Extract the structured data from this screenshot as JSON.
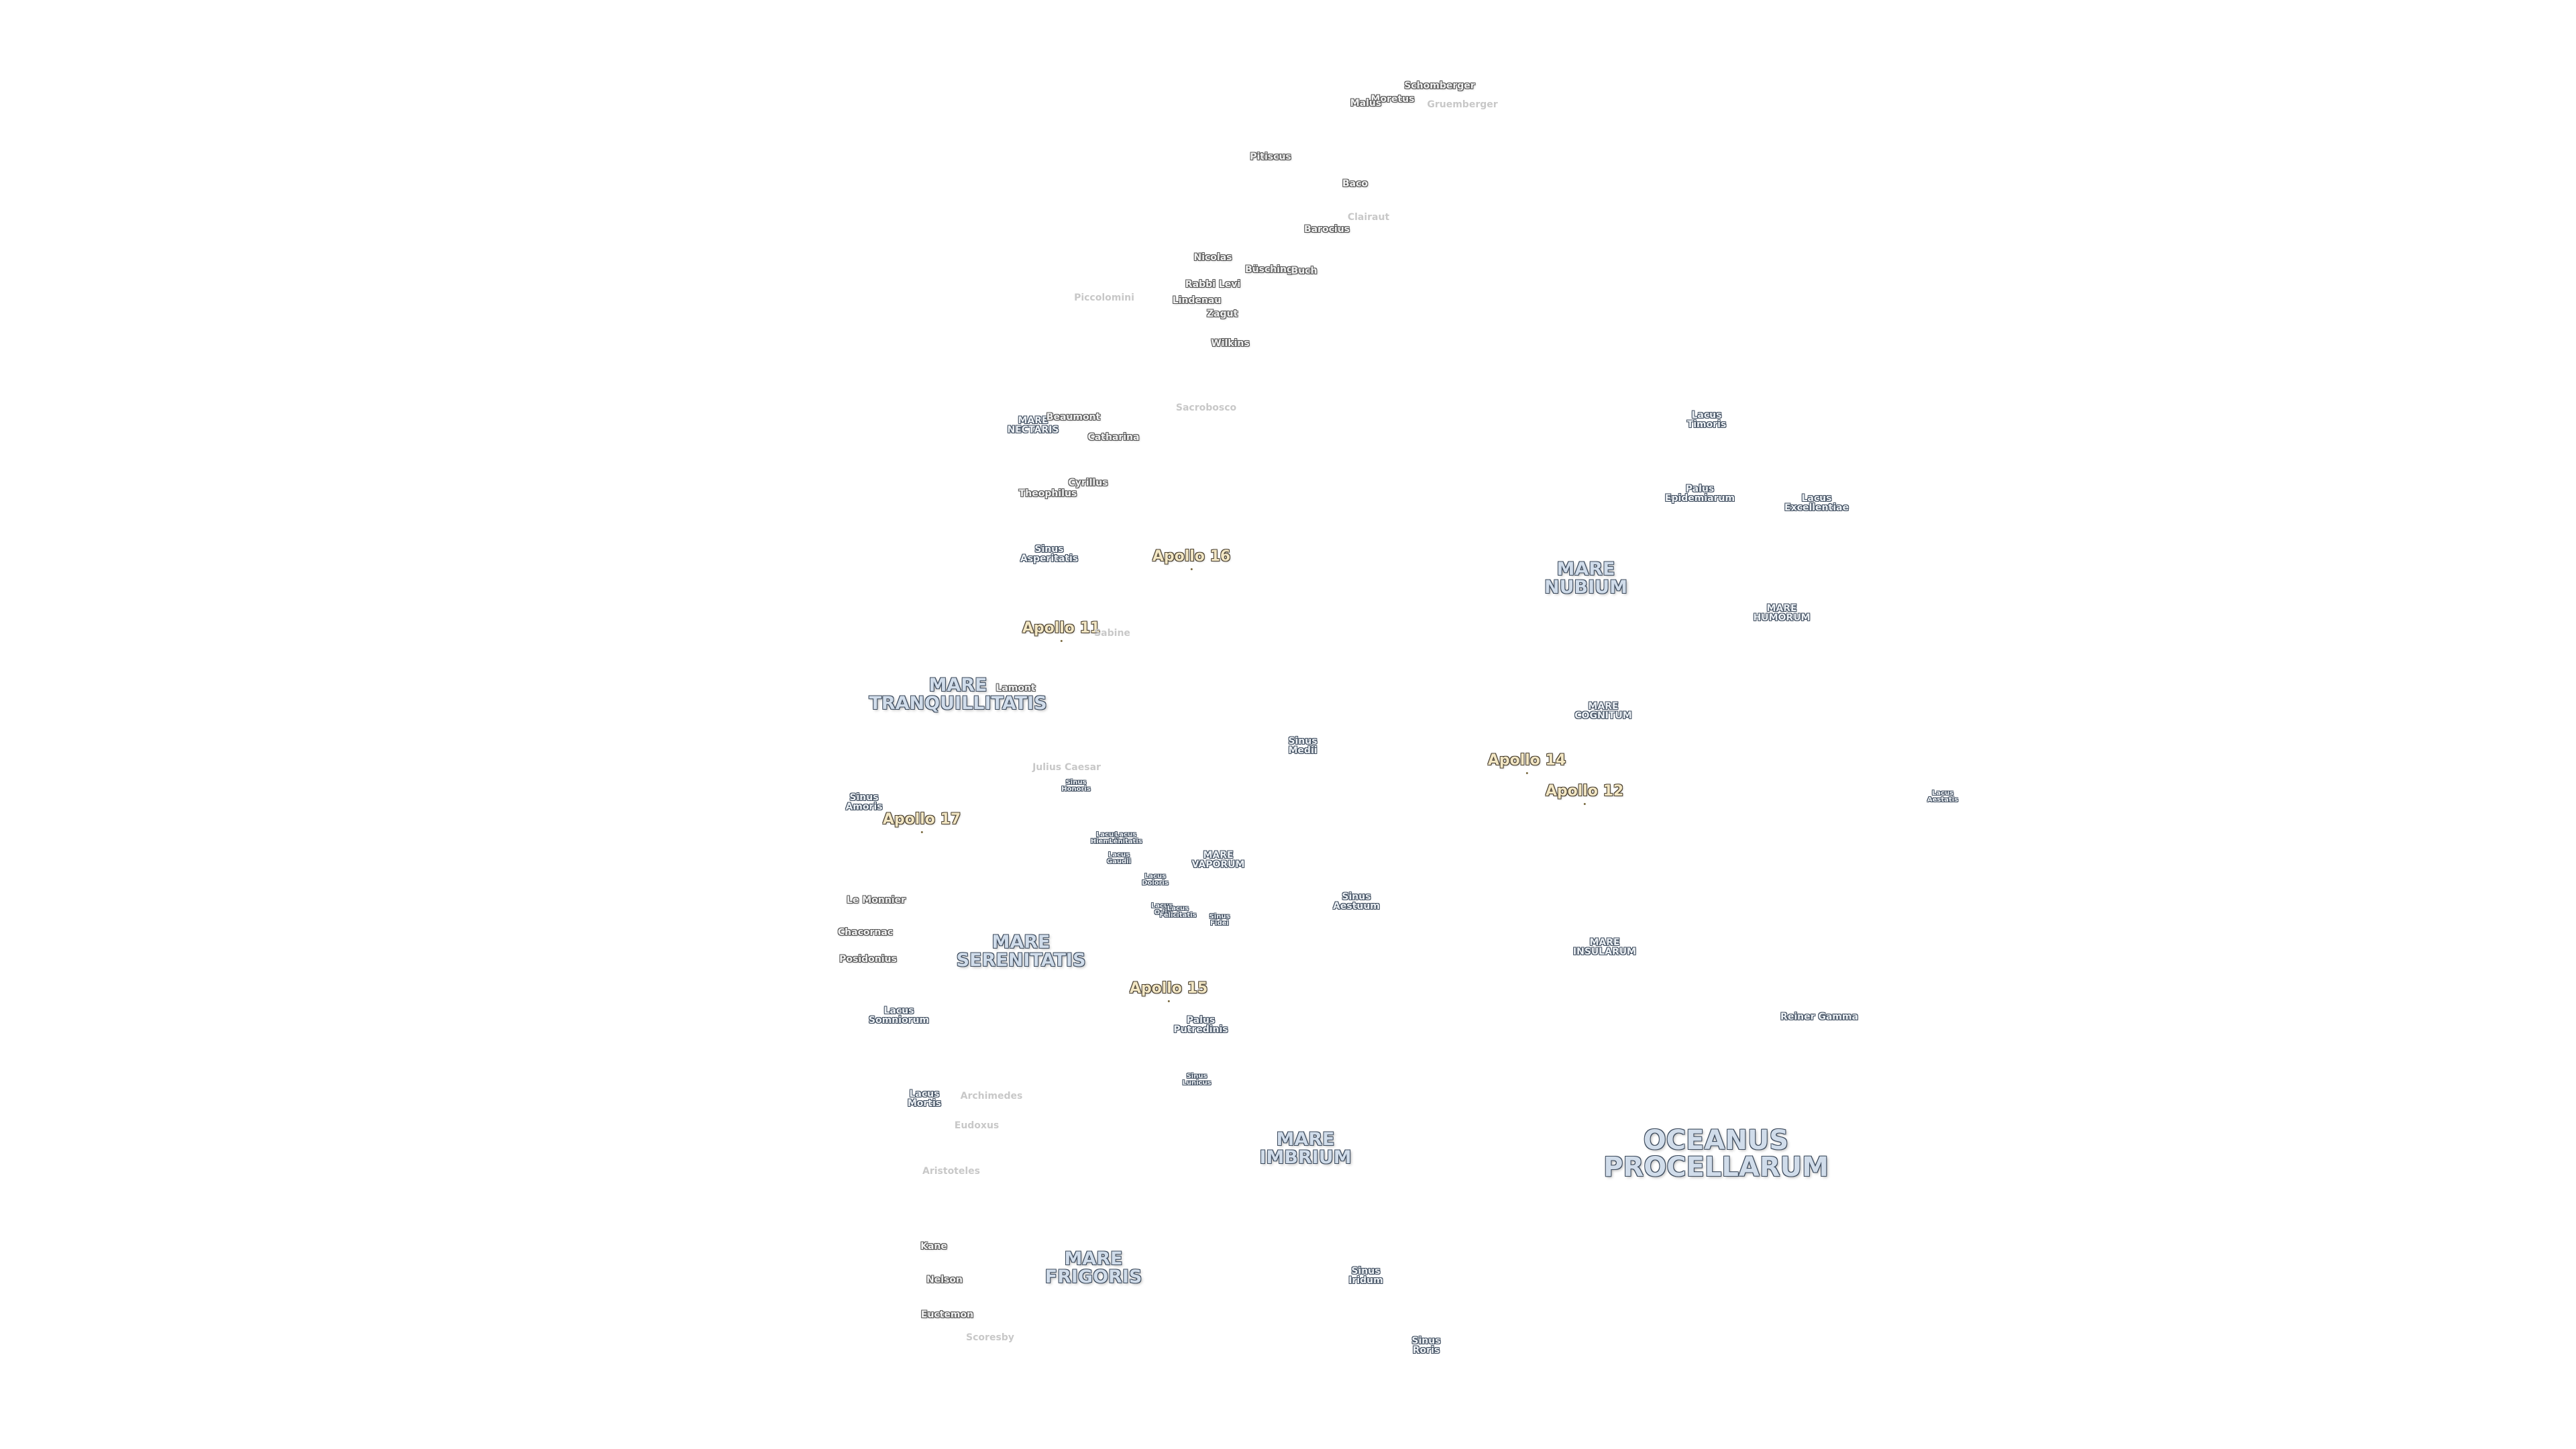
{
  "map": {
    "labels": [
      {
        "text": "Schomberger",
        "kind": "crater"
      },
      {
        "text": "Moretus",
        "kind": "crater"
      },
      {
        "text": "Malus",
        "kind": "crater"
      },
      {
        "text": "Gruemberger",
        "kind": "crater faint"
      },
      {
        "text": "Pitiscus",
        "kind": "crater"
      },
      {
        "text": "Baco",
        "kind": "crater"
      },
      {
        "text": "Barocius",
        "kind": "crater"
      },
      {
        "text": "Clairaut",
        "kind": "crater faint"
      },
      {
        "text": "Nicolas",
        "kind": "crater"
      },
      {
        "text": "Büsching",
        "kind": "crater"
      },
      {
        "text": "Buch",
        "kind": "crater"
      },
      {
        "text": "Rabbi Levi",
        "kind": "crater"
      },
      {
        "text": "Piccolomini",
        "kind": "crater faint"
      },
      {
        "text": "Lindenau",
        "kind": "crater"
      },
      {
        "text": "Zagut",
        "kind": "crater"
      },
      {
        "text": "Wilkins",
        "kind": "crater"
      },
      {
        "text": "Sacrobosco",
        "kind": "crater faint"
      },
      {
        "text": "MARE\nNECTARIS",
        "kind": "feature"
      },
      {
        "text": "Beaumont",
        "kind": "crater"
      },
      {
        "text": "Catharina",
        "kind": "crater"
      },
      {
        "text": "Cyrillus",
        "kind": "crater"
      },
      {
        "text": "Theophilus",
        "kind": "crater"
      },
      {
        "text": "Sinus\nAsperitatis",
        "kind": "feature"
      },
      {
        "text": "Apollo 16",
        "kind": "apollo"
      },
      {
        "text": "Apollo 11",
        "kind": "apollo"
      },
      {
        "text": "Sabine",
        "kind": "crater faint"
      },
      {
        "text": "MARE\nTRANQUILLITATIS",
        "kind": "mare"
      },
      {
        "text": "Lamont",
        "kind": "crater"
      },
      {
        "text": "Julius Caesar",
        "kind": "crater faint"
      },
      {
        "text": "Sinus\nHonoris",
        "kind": "feature xs"
      },
      {
        "text": "Sinus\nAmoris",
        "kind": "feature"
      },
      {
        "text": "Apollo 17",
        "kind": "apollo"
      },
      {
        "text": "Lacus\nHiemalis",
        "kind": "feature xs"
      },
      {
        "text": "Lacus\nLenitatis",
        "kind": "feature xs"
      },
      {
        "text": "Lacus\nGaudii",
        "kind": "feature xs"
      },
      {
        "text": "Lacus\nDoloris",
        "kind": "feature xs"
      },
      {
        "text": "MARE\nVAPORUM",
        "kind": "feature"
      },
      {
        "text": "Lacus\nOdii",
        "kind": "feature xs"
      },
      {
        "text": "Lacus\nFelicitatis",
        "kind": "feature xs"
      },
      {
        "text": "Sinus\nFidei",
        "kind": "feature xs"
      },
      {
        "text": "Le Monnier",
        "kind": "crater"
      },
      {
        "text": "Chacornac",
        "kind": "crater"
      },
      {
        "text": "Posidonius",
        "kind": "crater"
      },
      {
        "text": "MARE\nSERENITATIS",
        "kind": "mare"
      },
      {
        "text": "Apollo 15",
        "kind": "apollo"
      },
      {
        "text": "Palus\nPutredinis",
        "kind": "feature"
      },
      {
        "text": "Lacus\nSomniorum",
        "kind": "feature"
      },
      {
        "text": "Sinus\nLunicus",
        "kind": "feature xs"
      },
      {
        "text": "Lacus\nMortis",
        "kind": "feature"
      },
      {
        "text": "Aristoteles",
        "kind": "crater faint"
      },
      {
        "text": "Eudoxus",
        "kind": "crater faint"
      },
      {
        "text": "Archimedes",
        "kind": "crater faint"
      },
      {
        "text": "MARE\nIMBRIUM",
        "kind": "mare"
      },
      {
        "text": "Kane",
        "kind": "crater"
      },
      {
        "text": "Nelson",
        "kind": "crater"
      },
      {
        "text": "Euctemon",
        "kind": "crater"
      },
      {
        "text": "Scoresby",
        "kind": "crater faint"
      },
      {
        "text": "MARE\nFRIGORIS",
        "kind": "mare"
      },
      {
        "text": "Sinus\nIridum",
        "kind": "feature"
      },
      {
        "text": "Sinus\nRoris",
        "kind": "feature"
      },
      {
        "text": "OCEANUS\nPROCELLARUM",
        "kind": "mare big"
      },
      {
        "text": "Sinus\nMedii",
        "kind": "feature"
      },
      {
        "text": "Sinus\nAestuum",
        "kind": "feature"
      },
      {
        "text": "Apollo 14",
        "kind": "apollo"
      },
      {
        "text": "Apollo 12",
        "kind": "apollo"
      },
      {
        "text": "MARE\nCOGNITUM",
        "kind": "feature"
      },
      {
        "text": "MARE\nNUBIUM",
        "kind": "mare"
      },
      {
        "text": "MARE\nINSULARUM",
        "kind": "feature"
      },
      {
        "text": "MARE\nHUMORUM",
        "kind": "feature"
      },
      {
        "text": "Palus\nEpidemiarum",
        "kind": "feature"
      },
      {
        "text": "Lacus\nTimoris",
        "kind": "feature"
      },
      {
        "text": "Lacus\nExcellentiae",
        "kind": "feature"
      },
      {
        "text": "Lacus\nAestatis",
        "kind": "feature xs"
      },
      {
        "text": "Reiner Gamma",
        "kind": "feature"
      }
    ]
  }
}
